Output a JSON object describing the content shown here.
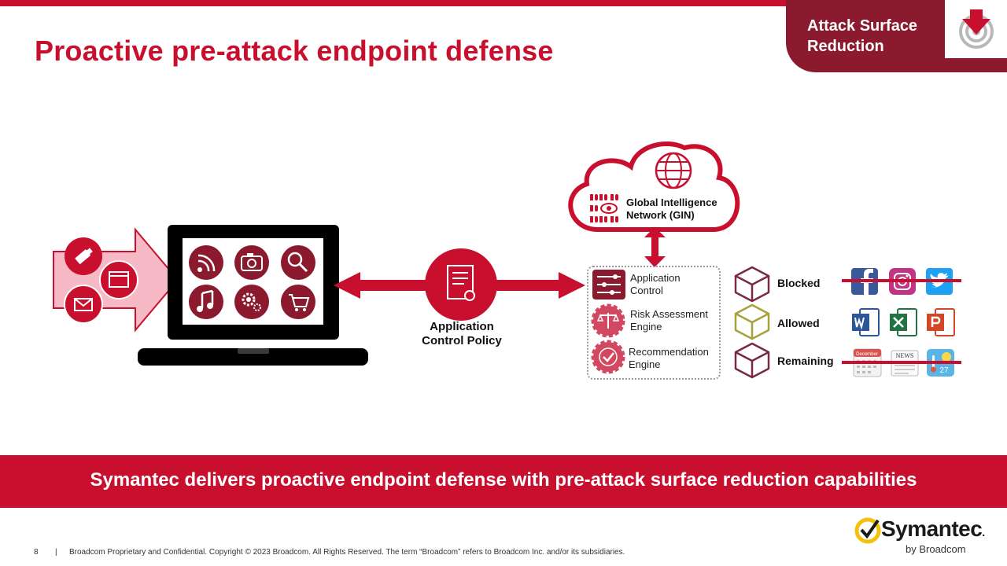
{
  "slide": {
    "title": "Proactive pre-attack endpoint defense",
    "tag": {
      "line1": "Attack Surface",
      "line2": "Reduction"
    },
    "policy": {
      "line1": "Application",
      "line2": "Control Policy"
    },
    "gin": {
      "line1": "Global Intelligence",
      "line2": "Network (GIN)"
    },
    "engines": [
      {
        "line1": "Application",
        "line2": "Control"
      },
      {
        "line1": "Risk Assessment",
        "line2": "Engine"
      },
      {
        "line1": "Recommendation",
        "line2": "Engine"
      }
    ],
    "statuses": [
      {
        "label": "Blocked"
      },
      {
        "label": "Allowed"
      },
      {
        "label": "Remaining"
      }
    ],
    "app_icons": {
      "calendar_text": "December",
      "news_text": "NEWS",
      "weather_text": "27"
    },
    "banner": "Symantec delivers proactive endpoint defense with pre-attack surface reduction capabilities",
    "footer": {
      "page_number": "8",
      "separator": "|",
      "legal": "Broadcom Proprietary and Confidential.  Copyright © 2023 Broadcom.  All Rights Reserved. The term “Broadcom” refers to Broadcom Inc. and/or its subsidiaries."
    },
    "logo": {
      "name": "Symantec",
      "mark": ".",
      "byline": "by Broadcom"
    },
    "colors": {
      "brand_red": "#c8102e",
      "dark_red": "#8b1a2e",
      "allowed_olive": "#a6a13a"
    }
  }
}
